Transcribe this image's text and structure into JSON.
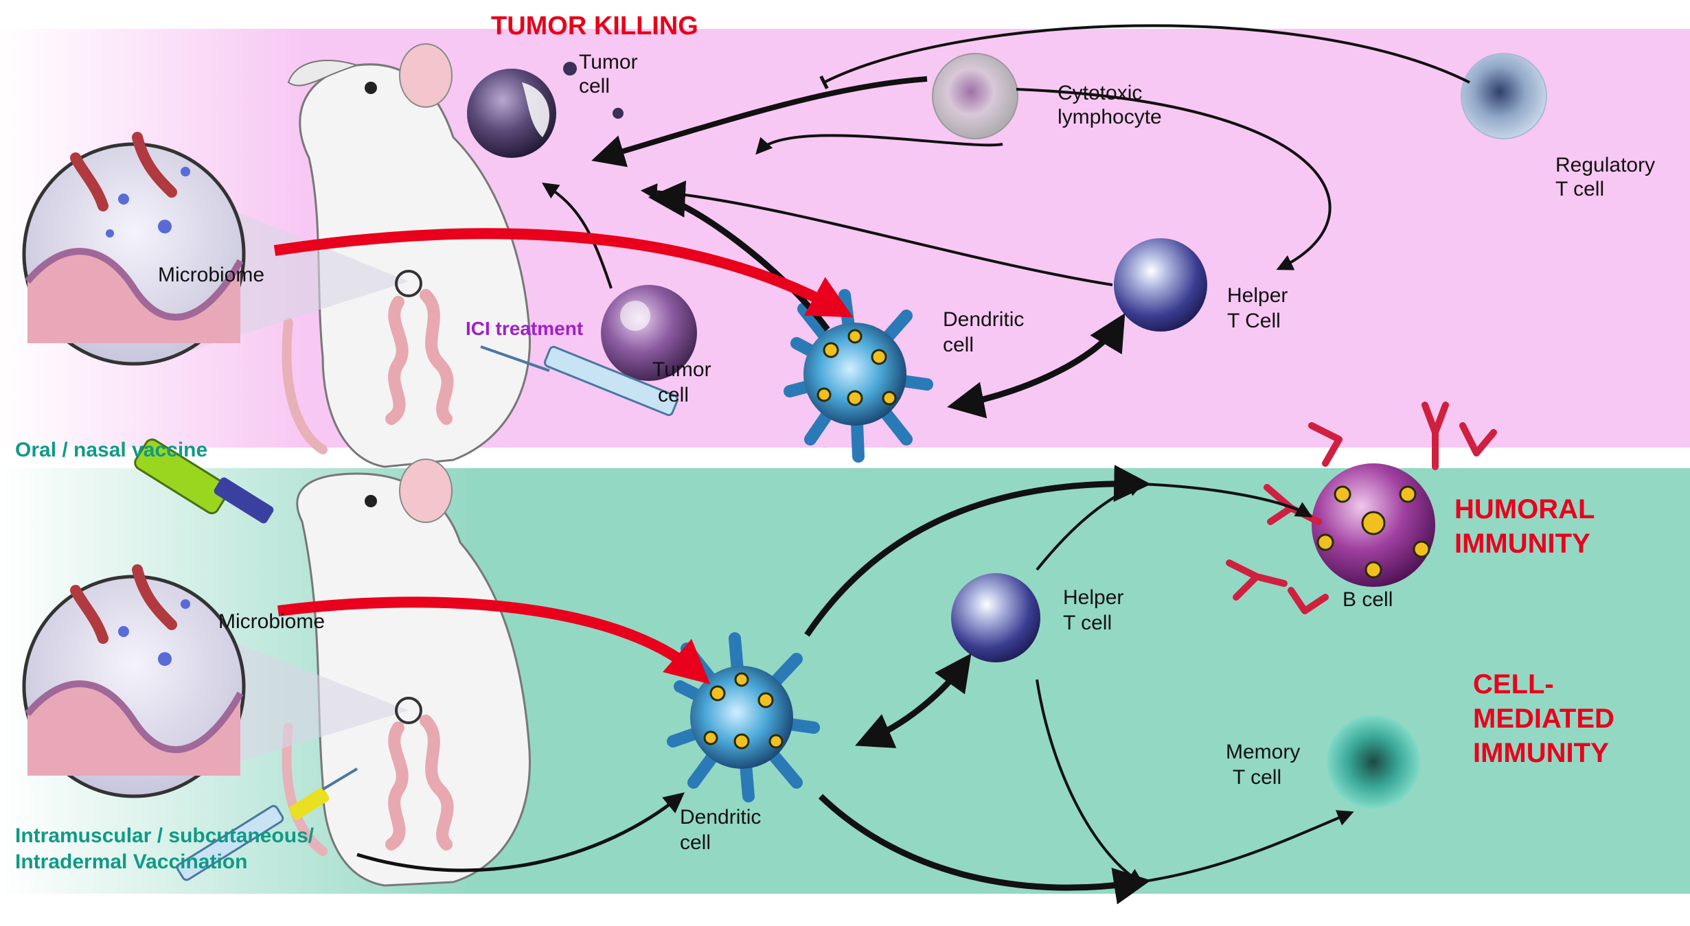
{
  "top_panel": {
    "title": "TUMOR KILLING",
    "labels": {
      "tumor_cell_top_line1": "Tumor",
      "tumor_cell_top_line2": "cell",
      "cytotoxic_line1": "Cytotoxic",
      "cytotoxic_line2": "lymphocyte",
      "regulatory_line1": "Regulatory",
      "regulatory_line2": "T cell",
      "microbiome": "Microbiome",
      "ici_treatment": "ICI treatment",
      "tumor_cell_bottom_line1": "Tumor",
      "tumor_cell_bottom_line2": "cell",
      "dendritic_line1": "Dendritic",
      "dendritic_line2": "cell",
      "helper_line1": "Helper",
      "helper_line2": "T Cell"
    }
  },
  "bottom_panel": {
    "labels": {
      "oral_nasal_vaccine": "Oral / nasal vaccine",
      "microbiome": "Microbiome",
      "intramuscular_line1": "Intramuscular / subcutaneous/",
      "intramuscular_line2": "Intradermal Vaccination",
      "dendritic_line1": "Dendritic",
      "dendritic_line2": "cell",
      "helper_line1": "Helper",
      "helper_line2": "T cell",
      "b_cell": "B cell",
      "memory_line1": "Memory",
      "memory_line2": "T cell",
      "humoral_line1": "HUMORAL",
      "humoral_line2": "IMMUNITY",
      "cell_mediated_line1": "CELL-",
      "cell_mediated_line2": "MEDIATED",
      "cell_mediated_line3": "IMMUNITY"
    }
  },
  "colors": {
    "top_band": "#f7c8f3",
    "bottom_band": "#93d8c3",
    "emphasis_red": "#e8001c",
    "vaccine_teal": "#0f9a86",
    "ici_purple": "#a020c8",
    "arrow_black": "#111111"
  }
}
